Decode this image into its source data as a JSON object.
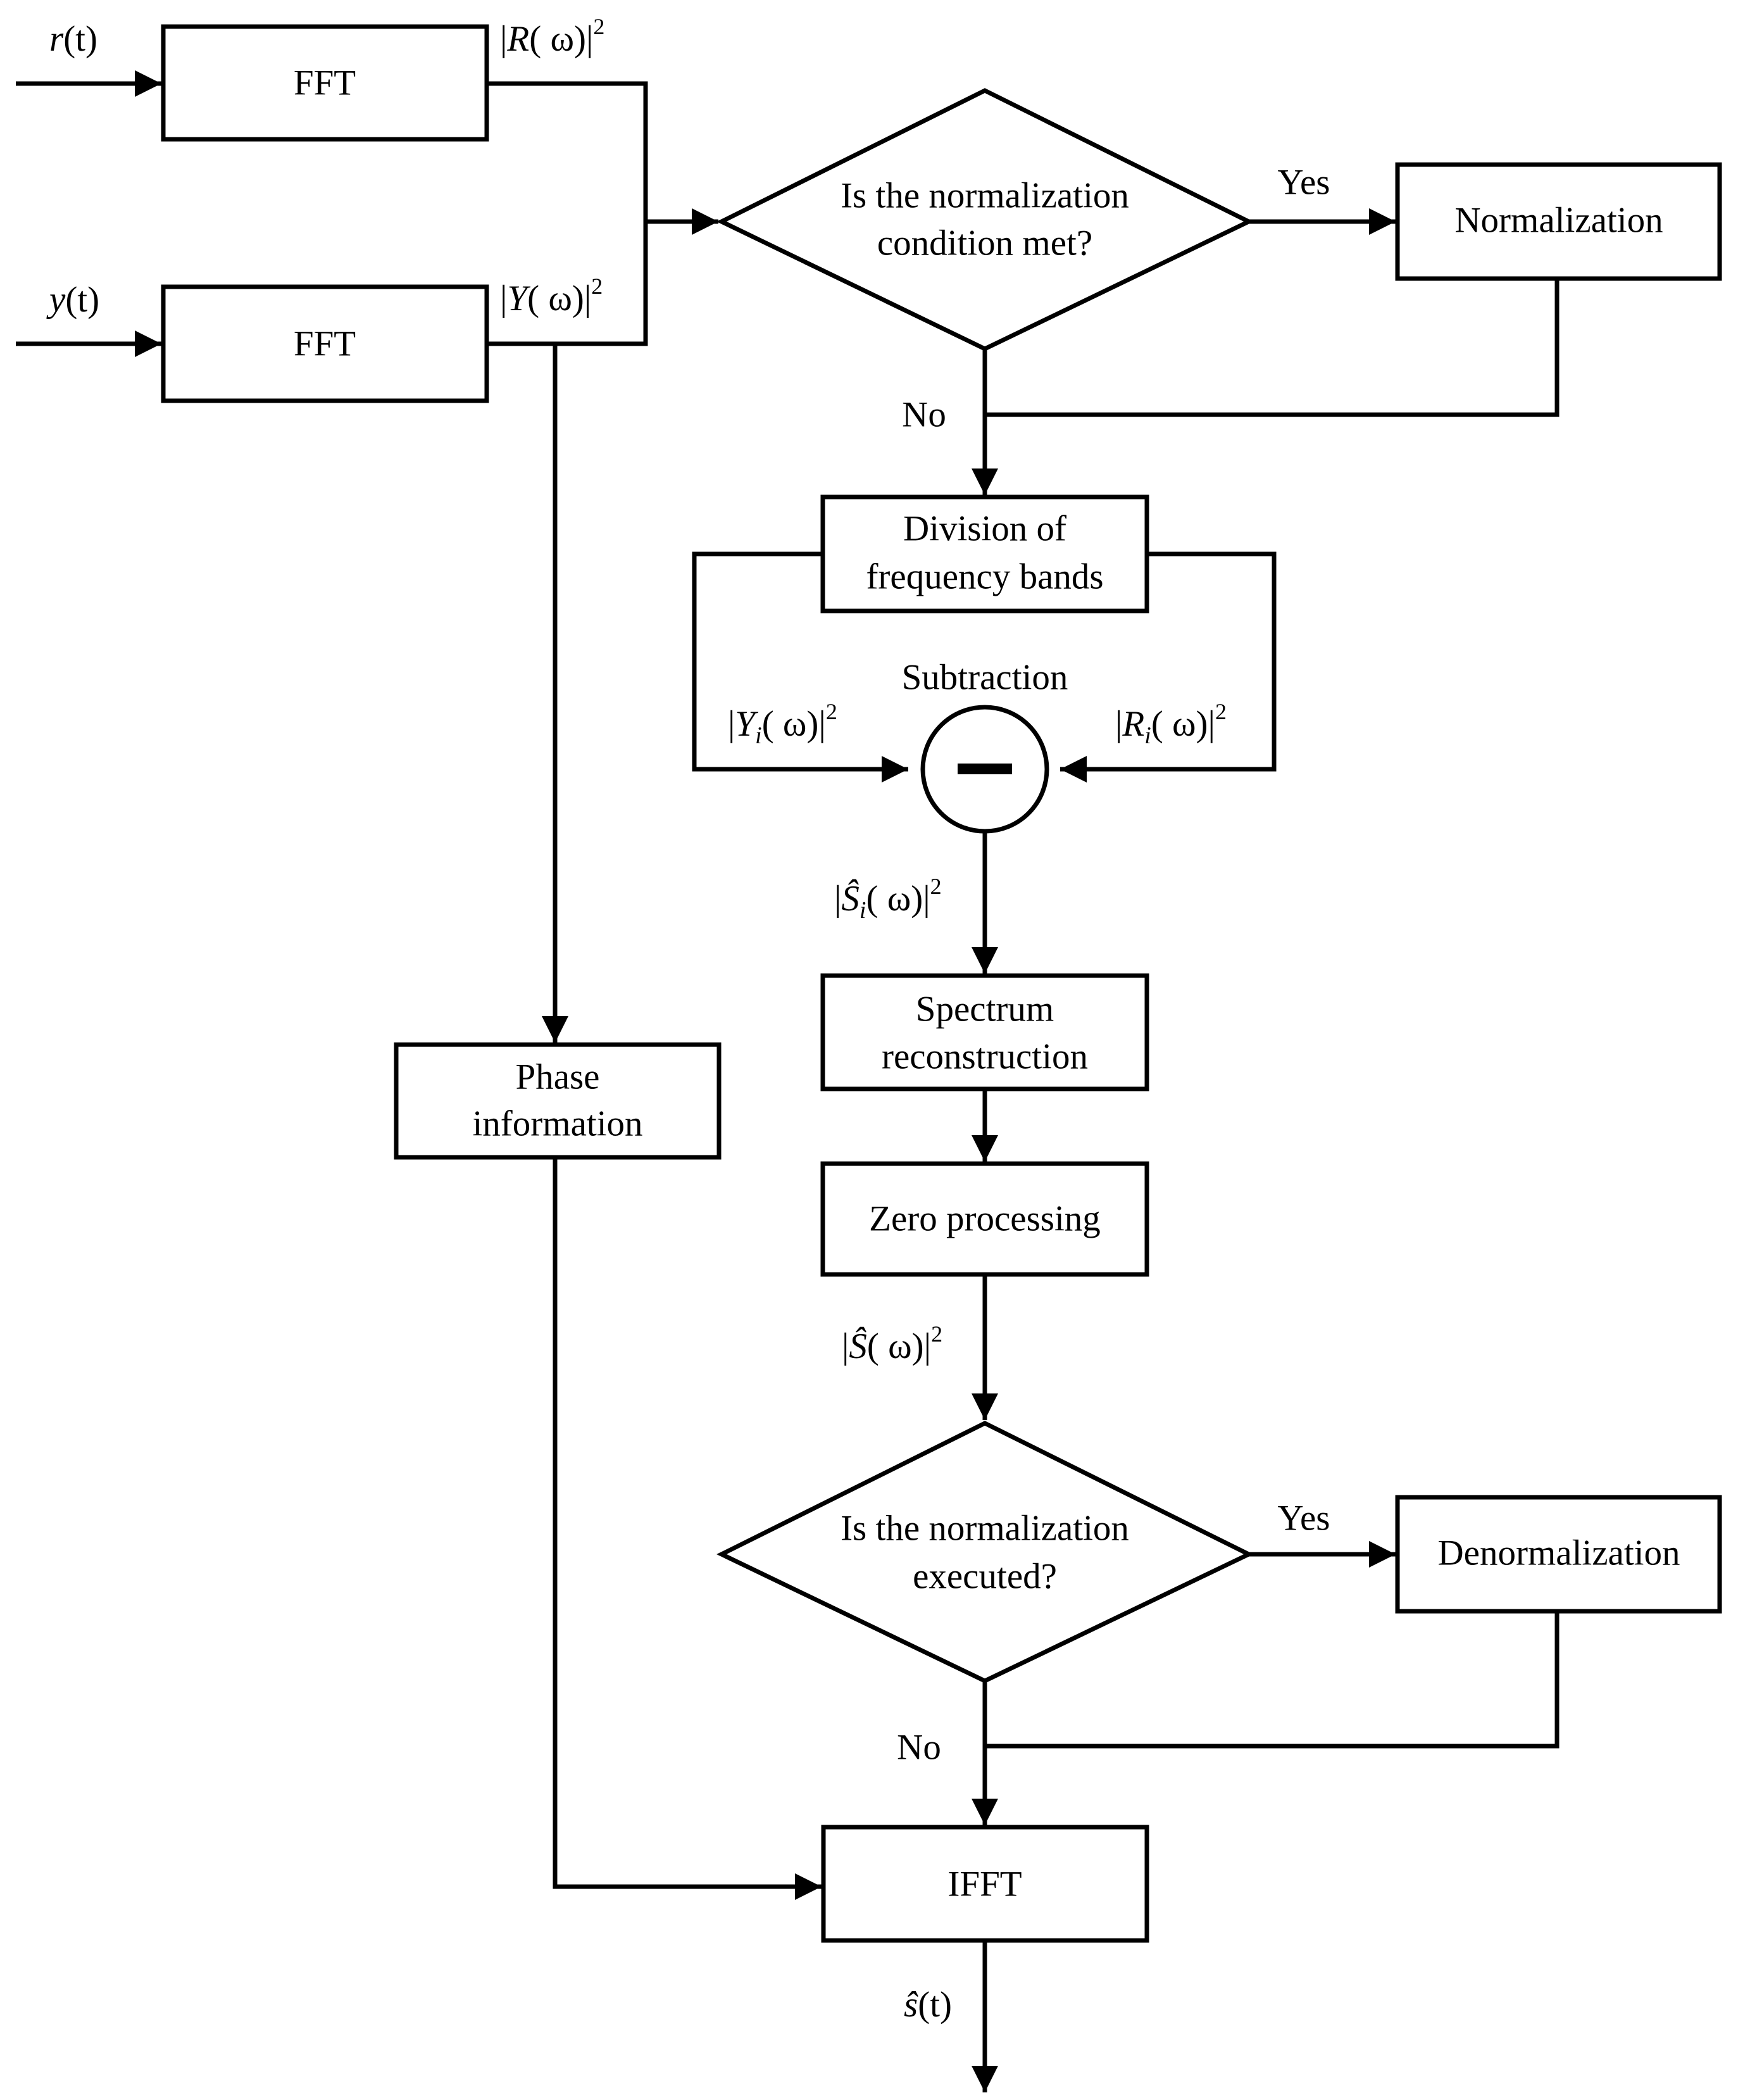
{
  "blocks": {
    "fft_r": "FFT",
    "fft_y": "FFT",
    "decision_1_line1": "Is the normalization",
    "decision_1_line2": "condition met?",
    "normalization": "Normalization",
    "band_division_line1": "Division of",
    "band_division_line2": "frequency bands",
    "subtraction_label": "Subtraction",
    "subtraction_symbol": "−",
    "spectrum_recon_line1": "Spectrum",
    "spectrum_recon_line2": "reconstruction",
    "zero_processing": "Zero processing",
    "decision_2_line1": "Is the normalization",
    "decision_2_line2": "executed?",
    "denormalization": "Denormalization",
    "phase_line1": "Phase",
    "phase_line2": "information",
    "ifft": "IFFT"
  },
  "branches": {
    "yes_1": "Yes",
    "no_1": "No",
    "yes_2": "Yes",
    "no_2": "No"
  },
  "signals": {
    "input_r": {
      "name": "r",
      "arg": "(t)"
    },
    "input_y": {
      "name": "y",
      "arg": "(t)"
    },
    "r_spectrum": {
      "open": "|",
      "var": "R",
      "rest": "( ω)|",
      "sup": "2"
    },
    "y_spectrum": {
      "open": "|",
      "var": "Y",
      "rest": "( ω)|",
      "sup": "2"
    },
    "yi_spectrum": {
      "open": "|",
      "var": "Y",
      "sub": "i",
      "rest": "( ω)|",
      "sup": "2"
    },
    "ri_spectrum": {
      "open": "|",
      "var": "R",
      "sub": "i",
      "rest": "( ω)|",
      "sup": "2"
    },
    "si_hat_spectrum": {
      "open": "|",
      "var": "Ŝ",
      "sub": "i",
      "rest": "( ω)|",
      "sup": "2"
    },
    "s_hat_spectrum": {
      "open": "|",
      "var": "Ŝ",
      "rest": "( ω)|",
      "sup": "2"
    },
    "output_s": {
      "name": "ŝ",
      "arg": "(t)"
    }
  }
}
